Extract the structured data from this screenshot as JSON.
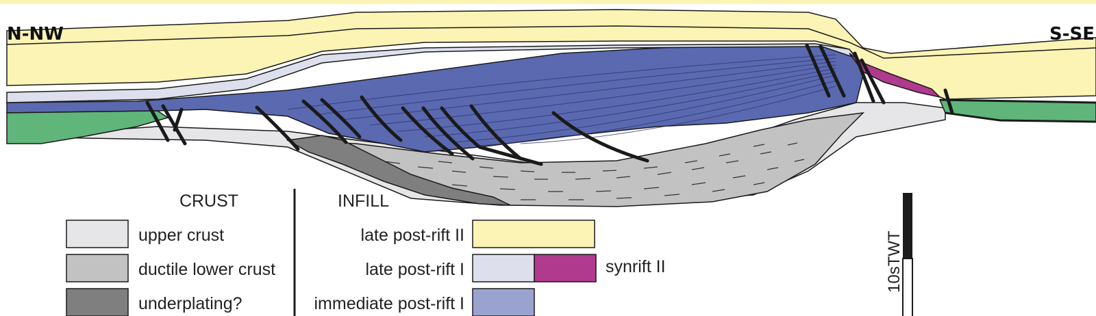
{
  "direction": {
    "left": "N-NW",
    "right": "S-SE"
  },
  "legend": {
    "crust": {
      "heading": "CRUST",
      "items": [
        {
          "label": "upper crust",
          "color": "#e6e6e8"
        },
        {
          "label": "ductile lower crust",
          "color": "#c2c2c2"
        },
        {
          "label": "underplating?",
          "color": "#7f7f7f"
        }
      ]
    },
    "infill": {
      "heading": "INFILL",
      "items": [
        {
          "label": "late post-rift II",
          "color": "#fbf4b5"
        },
        {
          "label": "late post-rift I",
          "color": "#dde0ec"
        },
        {
          "label": "immediate post-rift I",
          "color": "#9aa3cf"
        }
      ],
      "synrift": {
        "label": "synrift II",
        "color": "#b03a8e"
      }
    }
  },
  "scale_bar": {
    "label": "10sTWT"
  },
  "colors": {
    "late_post_rift_ii": "#fbf4b5",
    "late_post_rift_i": "#dde0ec",
    "post_rift_blue": "#5a69b0",
    "upper_crust": "#e6e6e8",
    "lower_crust": "#c2c2c2",
    "underplating": "#7f7f7f",
    "synrift_ii": "#b03a8e",
    "green_unit": "#5fb57a",
    "fault": "#1a1a1a"
  }
}
